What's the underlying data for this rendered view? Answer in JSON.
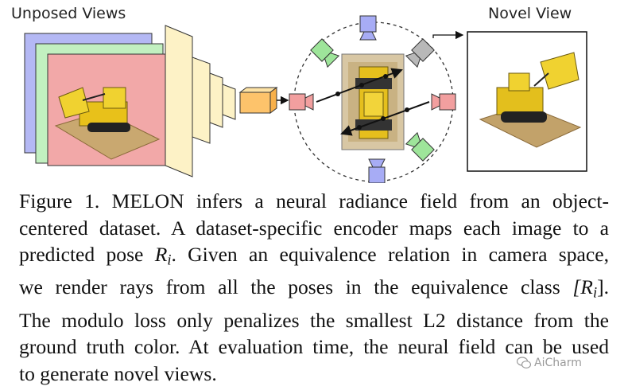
{
  "figure": {
    "input_label": "Unposed Views",
    "output_label": "Novel View",
    "colors": {
      "view_blue": "#b4b8f4",
      "view_green": "#c2f0c0",
      "view_red": "#f2a8a8",
      "encoder_layer": "#fdf2c6",
      "encoder_output": "#fdc36b",
      "camera_red": "#f29f9f",
      "camera_blue": "#a7acf5",
      "camera_green": "#9ee59a",
      "camera_gray": "#b8b8b8"
    },
    "icons": [
      "lego-loader-image",
      "camera-icon",
      "arrow-icon"
    ]
  },
  "caption": {
    "lines": [
      "Figure 1. MELON infers a neural radiance field from an object-",
      "centered dataset. A dataset-specific encoder maps each image to a"
    ],
    "line3_pre": "predicted pose ",
    "line3_math_base": "R",
    "line3_math_sub": "i",
    "line3_post": ". Given an equivalence relation in camera space,",
    "line4_pre": "we render rays from all the poses in the equivalence class ",
    "line4_math": "[R",
    "line4_math_sub": "i",
    "line4_math_close": "]",
    "line4_post": ".",
    "lines_rest": [
      "The modulo loss only penalizes the smallest L2 distance from the",
      "ground truth color. At evaluation time, the neural field can be used",
      "to generate novel views."
    ]
  },
  "watermark": {
    "text": "AiCharm",
    "icon": "wechat-icon"
  }
}
